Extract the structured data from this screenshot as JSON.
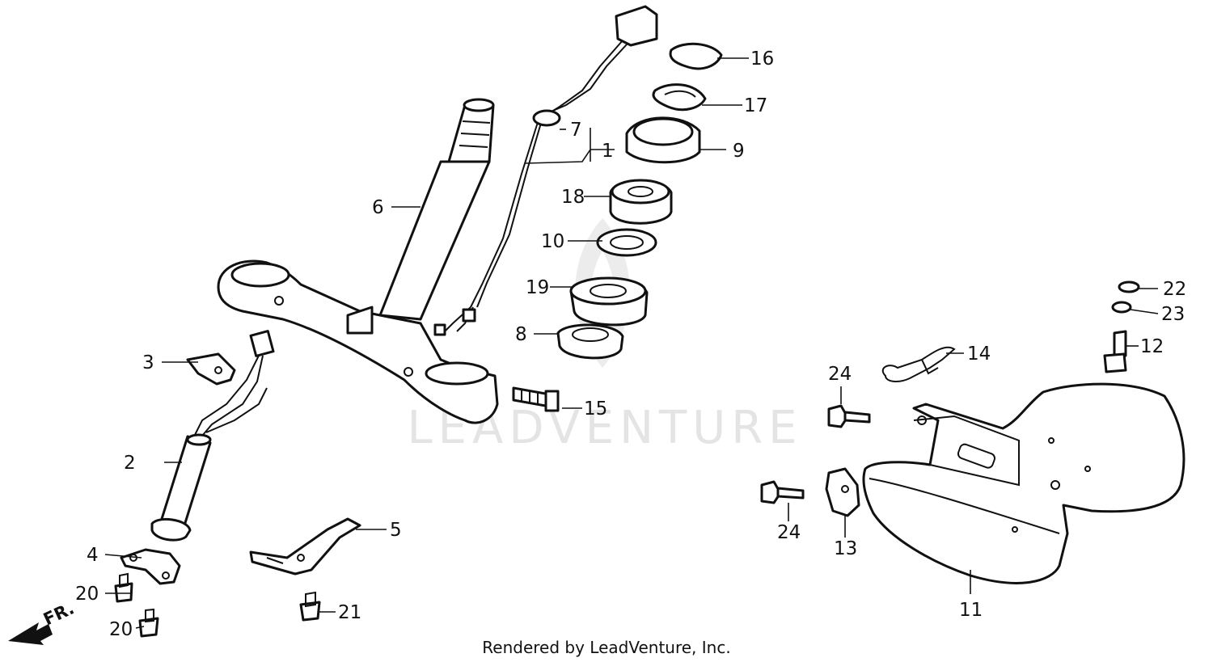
{
  "watermark": {
    "text": "LEADVENTURE"
  },
  "footer": {
    "text": "Rendered by LeadVenture, Inc."
  },
  "direction": {
    "text": "FR."
  },
  "callouts": {
    "c1": "1",
    "c2": "2",
    "c3": "3",
    "c4": "4",
    "c5": "5",
    "c6": "6",
    "c7": "7",
    "c8": "8",
    "c9": "9",
    "c10": "10",
    "c11": "11",
    "c12": "12",
    "c13": "13",
    "c14": "14",
    "c15": "15",
    "c16": "16",
    "c17": "17",
    "c18": "18",
    "c19": "19",
    "c20a": "20",
    "c20b": "20",
    "c21": "21",
    "c22": "22",
    "c23": "23",
    "c24a": "24",
    "c24b": "24"
  }
}
